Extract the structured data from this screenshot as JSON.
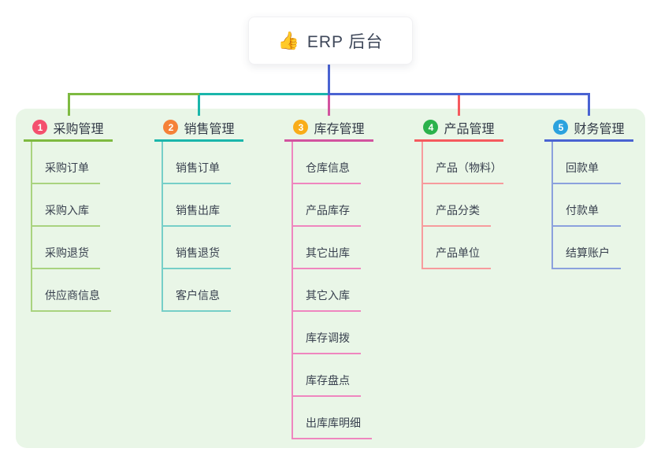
{
  "root": {
    "icon": "👍",
    "label": "ERP 后台"
  },
  "branches": [
    {
      "num": "1",
      "title": "采购管理",
      "badge_color": "#f4506e",
      "line_color": "#7eba41",
      "child_line_color": "#a9d37f",
      "children": [
        "采购订单",
        "采购入库",
        "采购退货",
        "供应商信息"
      ]
    },
    {
      "num": "2",
      "title": "销售管理",
      "badge_color": "#f58138",
      "line_color": "#1bb6ab",
      "child_line_color": "#76cfc8",
      "children": [
        "销售订单",
        "销售出库",
        "销售退货",
        "客户信息"
      ]
    },
    {
      "num": "3",
      "title": "库存管理",
      "badge_color": "#f9ad19",
      "line_color": "#d2539f",
      "child_line_color": "#ef86bf",
      "children": [
        "仓库信息",
        "产品库存",
        "其它出库",
        "其它入库",
        "库存调拨",
        "库存盘点",
        "出库库明细"
      ]
    },
    {
      "num": "4",
      "title": "产品管理",
      "badge_color": "#2bb24c",
      "line_color": "#f55a5e",
      "child_line_color": "#f79b9d",
      "children": [
        "产品（物料）",
        "产品分类",
        "产品单位"
      ]
    },
    {
      "num": "5",
      "title": "财务管理",
      "badge_color": "#2ba2de",
      "line_color": "#4a63d2",
      "child_line_color": "#8ba1dd",
      "children": [
        "回款单",
        "付款单",
        "结算账户"
      ]
    }
  ],
  "colors": {
    "root_stem": "#4a63d2",
    "bus_segments": [
      "#7eba41",
      "#1bb6ab",
      "#4a63d2"
    ],
    "panel_background": "#e9f6e7",
    "canvas_background": "#ffffff"
  }
}
